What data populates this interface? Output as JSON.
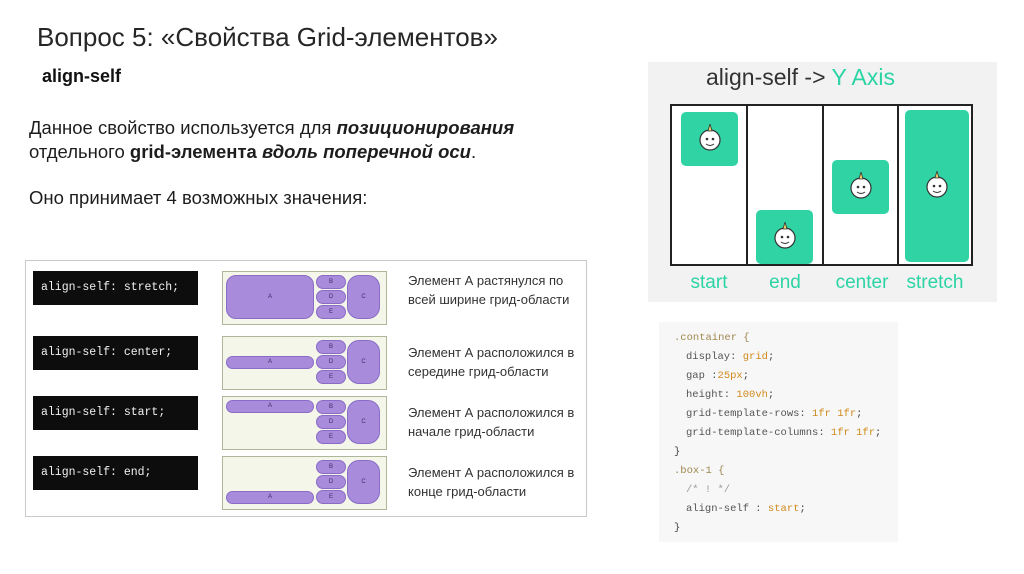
{
  "title": "Вопрос 5: «Свойства Grid-элементов»",
  "subtitle": "align-self",
  "paragraph1": {
    "t1": "Данное свойство используется для ",
    "t2": "позиционирования",
    "t3": "отдельного ",
    "t4": "grid-элемента",
    "t5": " ",
    "t6": "вдоль поперечной оси",
    "t7": "."
  },
  "paragraph2": "Оно принимает 4 возможных значения:",
  "rows": [
    {
      "code": "align-self: stretch;",
      "desc": "Элемент А растянулся по всей ширине грид-области",
      "a": "A",
      "b": "B",
      "c": "C",
      "d": "D",
      "e": "E"
    },
    {
      "code": "align-self: center;",
      "desc": "Элемент А расположился в середине грид-области",
      "a": "A",
      "b": "B",
      "c": "C",
      "d": "D",
      "e": "E"
    },
    {
      "code": "align-self: start;",
      "desc": "Элемент А расположился в начале грид-области",
      "a": "A",
      "b": "B",
      "c": "C",
      "d": "D",
      "e": "E"
    },
    {
      "code": "align-self: end;",
      "desc": "Элемент А расположился в конце грид-области",
      "a": "A",
      "b": "B",
      "c": "C",
      "d": "D",
      "e": "E"
    }
  ],
  "diagram": {
    "title_main": "align-self -> ",
    "title_accent": "Y Axis",
    "columns": [
      "start",
      "end",
      "center",
      "stretch"
    ],
    "accent_color": "#2bd4a4",
    "tile_icon": "unicorn-icon"
  },
  "code": {
    "l1": ".container {",
    "l2k": "display:",
    "l2v": " grid",
    "l3k": "gap :",
    "l3v": "25px",
    "l4k": "height:",
    "l4v": " 100vh",
    "l5k": "grid-template-rows:",
    "l5v": " 1fr 1fr",
    "l6k": "grid-template-columns:",
    "l6v": " 1fr 1fr",
    "l7": "}",
    "l8": ".box-1 {",
    "l9": "/* ! */",
    "l10k": "align-self :",
    "l10v": " start",
    "l11": "}",
    "semicolon": ";"
  }
}
